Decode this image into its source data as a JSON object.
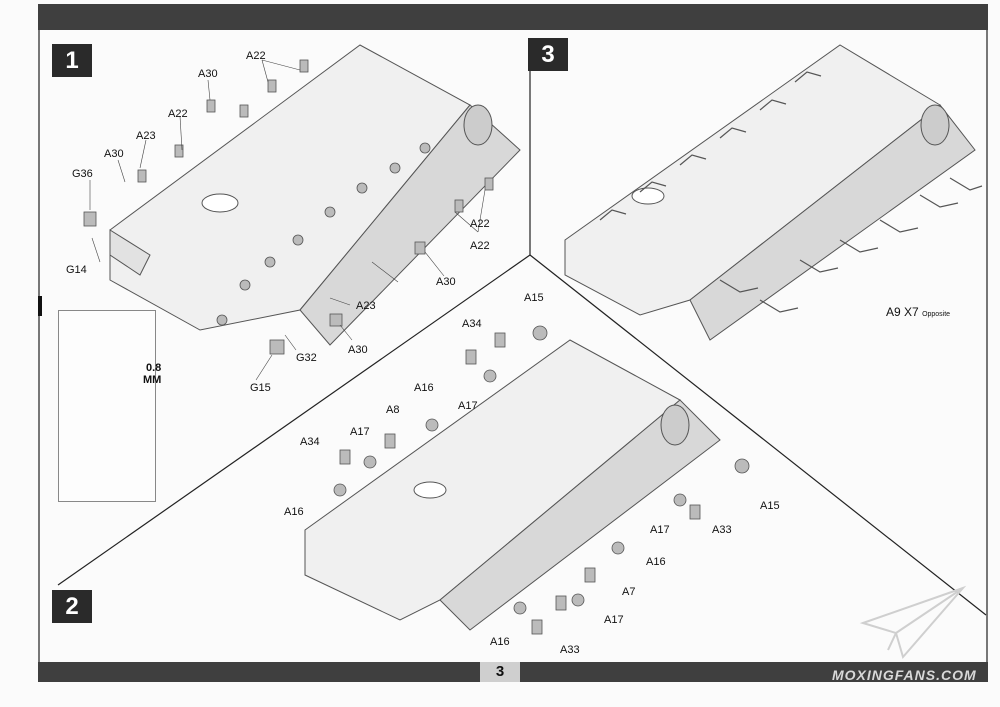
{
  "page_number": "3",
  "steps": [
    {
      "number": "1"
    },
    {
      "number": "2"
    },
    {
      "number": "3"
    }
  ],
  "step1_labels": {
    "a22_top": "A22",
    "a30_top": "A30",
    "a22_mid": "A22",
    "a23_top": "A23",
    "a30_left": "A30",
    "g36": "G36",
    "g14": "G14",
    "a22_right1": "A22",
    "a22_right2": "A22",
    "a30_right": "A30",
    "a23_bottom": "A23",
    "g32": "G32",
    "a30_bottom": "A30",
    "g15": "G15"
  },
  "detail": {
    "value": "0.8",
    "unit": "MM"
  },
  "step2_labels": {
    "a15_top": "A15",
    "a34_top": "A34",
    "a16_top": "A16",
    "a17_top": "A17",
    "a8": "A8",
    "a17_left": "A17",
    "a34_left": "A34",
    "a16_left": "A16",
    "a15_right": "A15",
    "a17_right": "A17",
    "a33_right": "A33",
    "a16_right": "A16",
    "a7": "A7",
    "a17_bottom": "A17",
    "a16_bottom": "A16",
    "a33_bottom": "A33"
  },
  "step3_labels": {
    "part": "A9",
    "qty": "X7",
    "note": "Opposite"
  },
  "watermark": "MOXINGFANS.COM"
}
